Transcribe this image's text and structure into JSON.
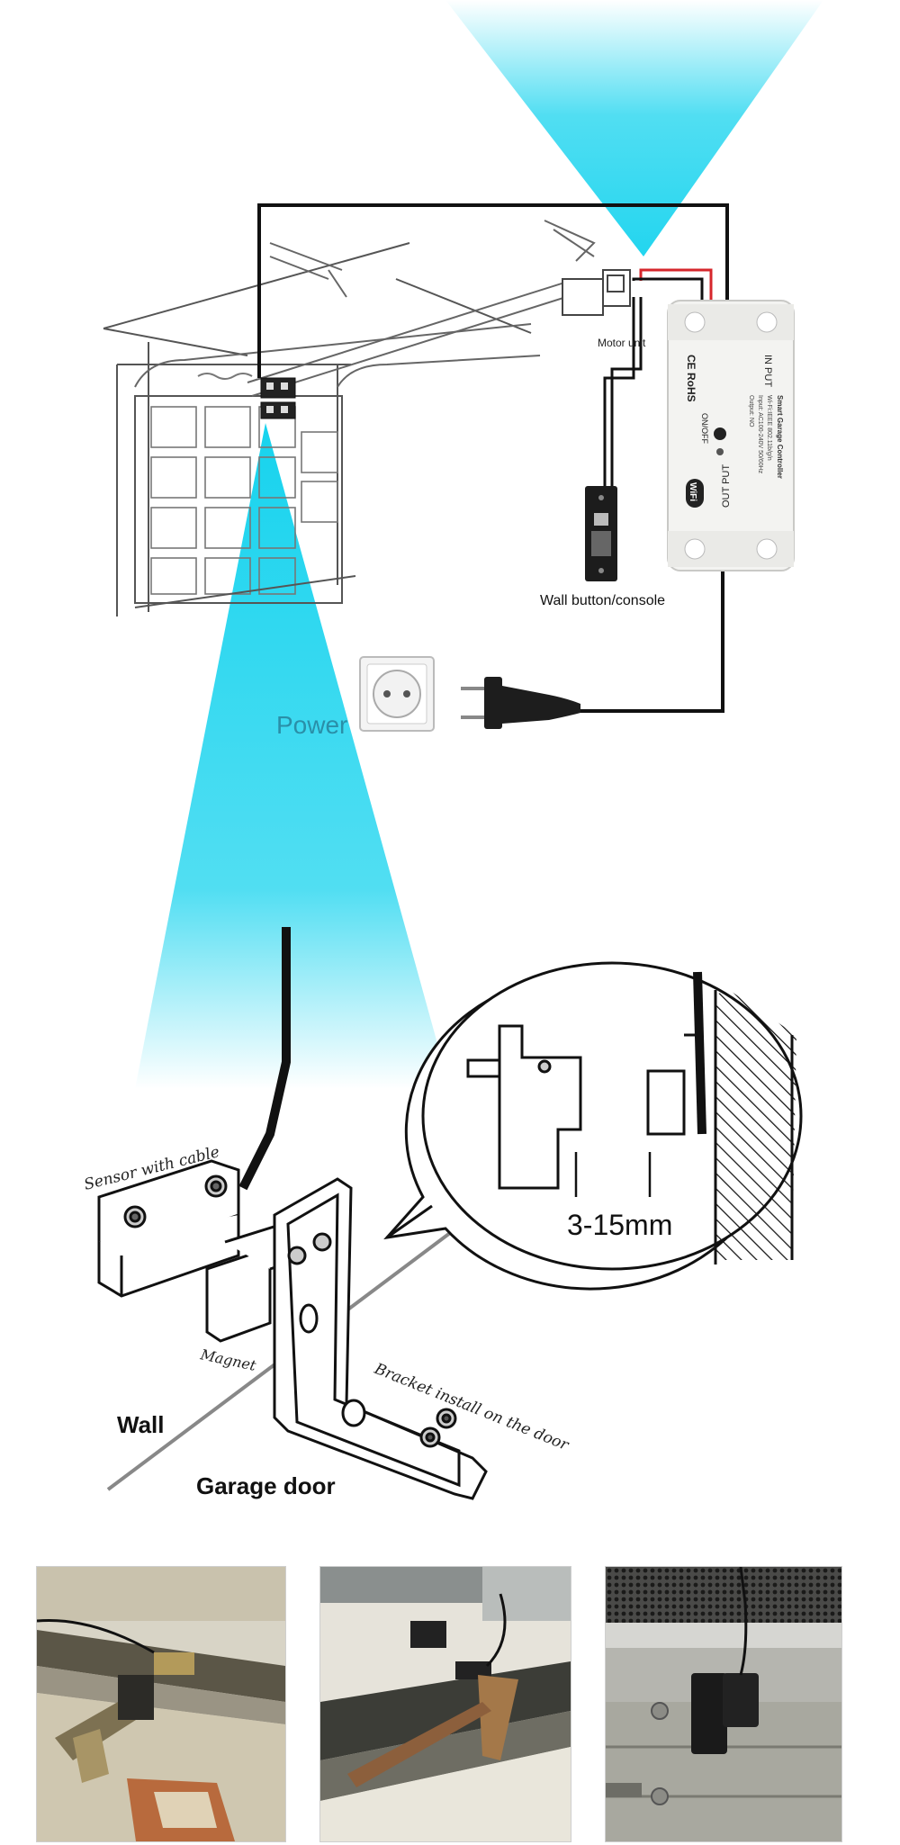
{
  "diagram": {
    "motor_label": "Motor unit",
    "wall_button_label": "Wall button/console",
    "power_label": "Power",
    "controller": {
      "input_label": "IN PUT",
      "output_label": "OUT PUT",
      "onoff_label": "ON/OFF",
      "cert_label": "CE RoHS",
      "spec_title": "Smart Garage Controller",
      "spec_line1": "Wi-Fi:IEEE 802.11b/g/n",
      "spec_line2": "Input: AC100-240V 50/60Hz",
      "spec_line3": "Output: NO",
      "wifi_badge": "WiFi"
    }
  },
  "install": {
    "sensor_label": "Sensor with cable",
    "magnet_label": "Magnet",
    "bracket_label": "Bracket install on the door",
    "wall_label": "Wall",
    "garage_door_label": "Garage door",
    "gap_label": "3-15mm"
  },
  "colors": {
    "beam": "#17d3ee",
    "wire_black": "#111111",
    "wire_red": "#d6262b",
    "power_text": "#2a8fa8",
    "controller_body": "#f3f3f1"
  },
  "photos": [
    {
      "name": "photo-1",
      "subject": "sensor-installed-on-garage-rail"
    },
    {
      "name": "photo-2",
      "subject": "sensor-and-bracket-close-view"
    },
    {
      "name": "photo-3",
      "subject": "sensor-on-metal-frame"
    }
  ]
}
